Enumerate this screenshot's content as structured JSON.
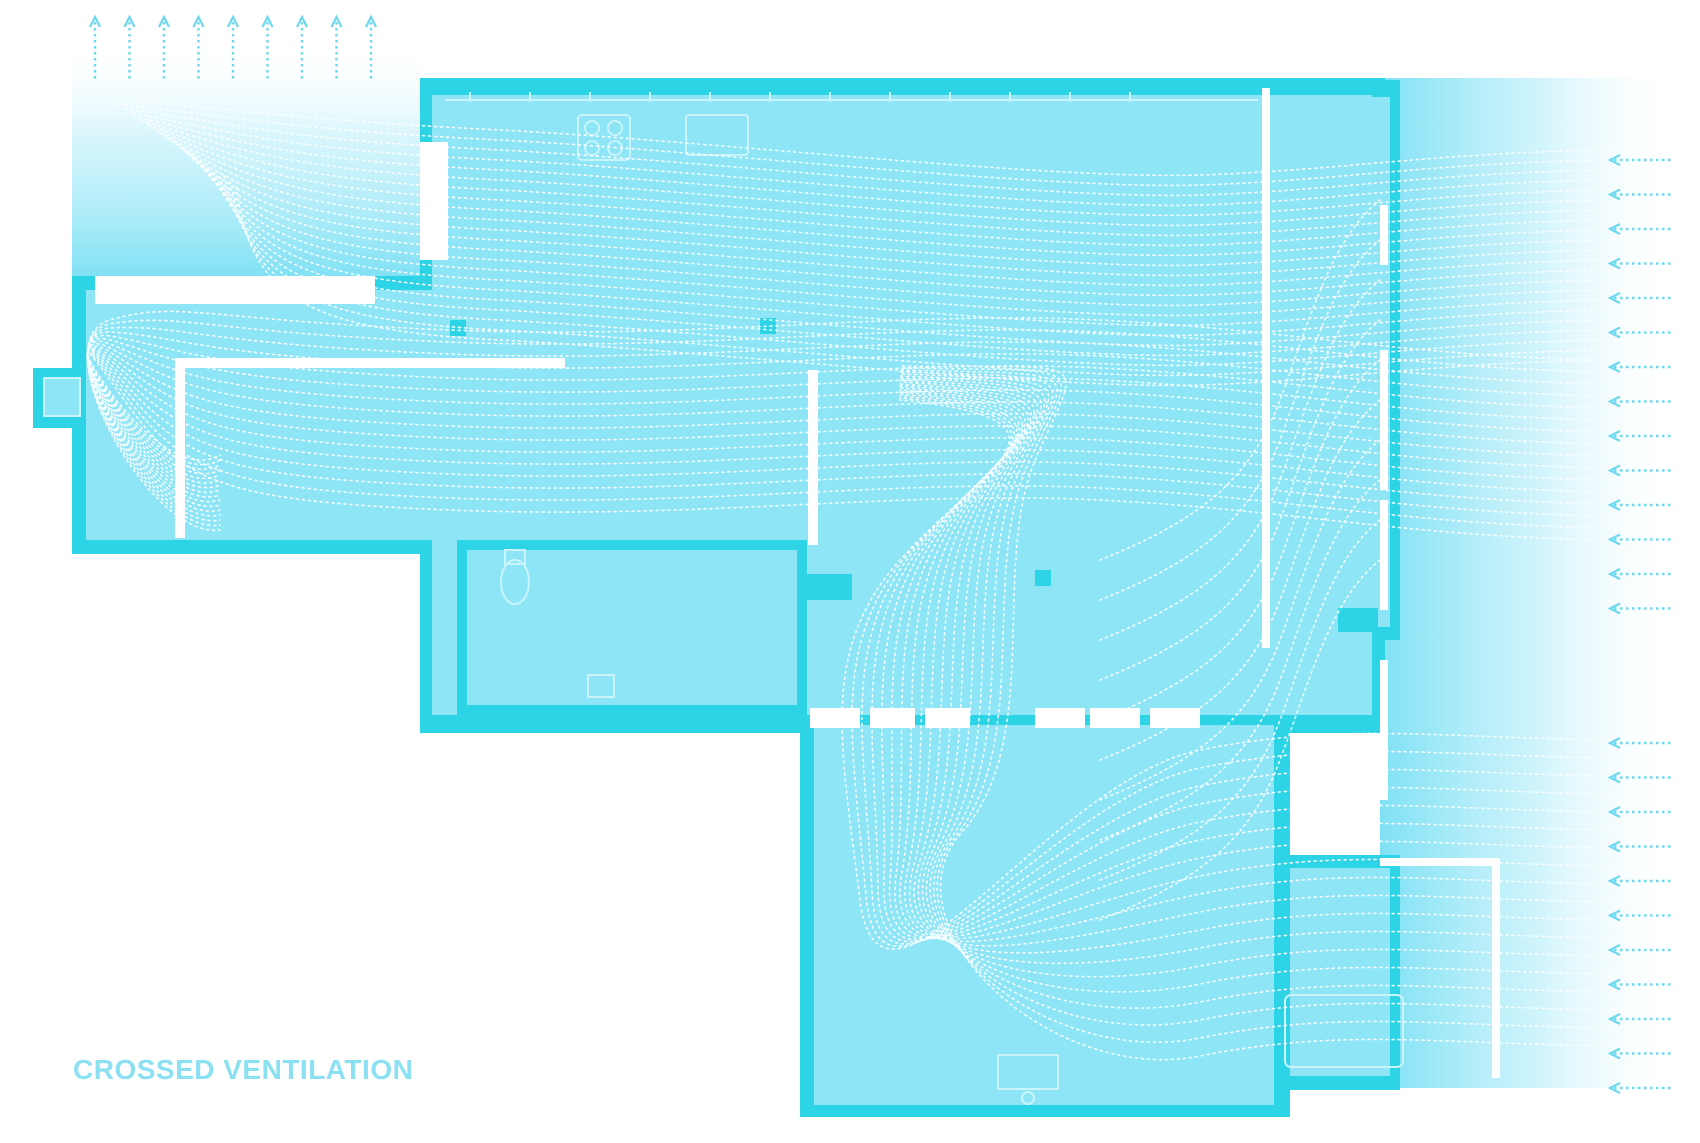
{
  "diagram": {
    "title": "CROSSED VENTILATION"
  },
  "colors": {
    "wall": "#2dd4e6",
    "floor": "#8ee5f6",
    "title": "#8be0f2",
    "flow": "#ffffff",
    "arrow": "#6ed8ee"
  },
  "flow": {
    "direction": "right-to-left",
    "inlet_side": "east",
    "outlet_side": "north-west",
    "inlet_arrows": 25,
    "outlet_arrows": 9
  }
}
